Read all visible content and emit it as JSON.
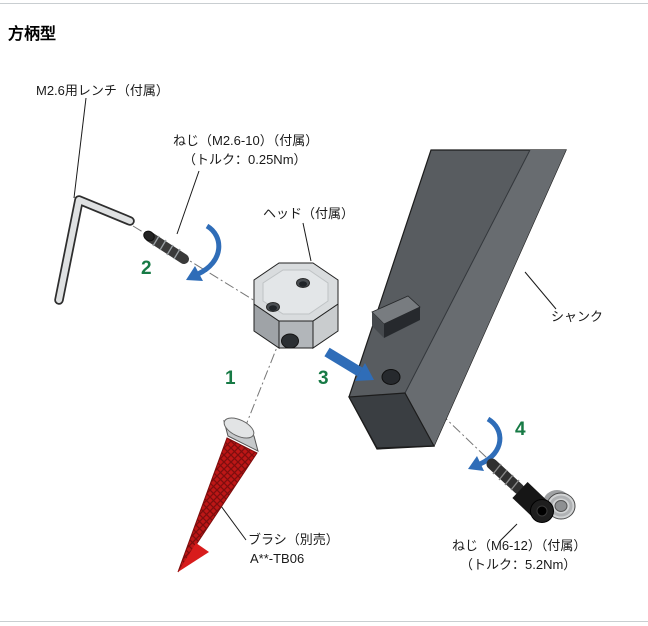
{
  "page": {
    "title": "方柄型"
  },
  "labels": {
    "wrench": "M2.6用レンチ（付属）",
    "screw_small_line1": "ねじ（M2.6-10）（付属）",
    "screw_small_line2": "（トルク：0.25Nm）",
    "head": "ヘッド（付属）",
    "shank": "シャンク",
    "brush_line1": "ブラシ（別売）",
    "brush_line2": "A**-TB06",
    "screw_large_line1": "ねじ（M6-12）（付属）",
    "screw_large_line2": "（トルク：5.2Nm）"
  },
  "steps": {
    "s1": "1",
    "s2": "2",
    "s3": "3",
    "s4": "4"
  },
  "colors": {
    "step_green": "#177a45",
    "arrow_blue": "#2f6db8",
    "brush_red": "#bd1616",
    "shank_gray": "#585c60",
    "head_gray": "#d9dcde"
  }
}
